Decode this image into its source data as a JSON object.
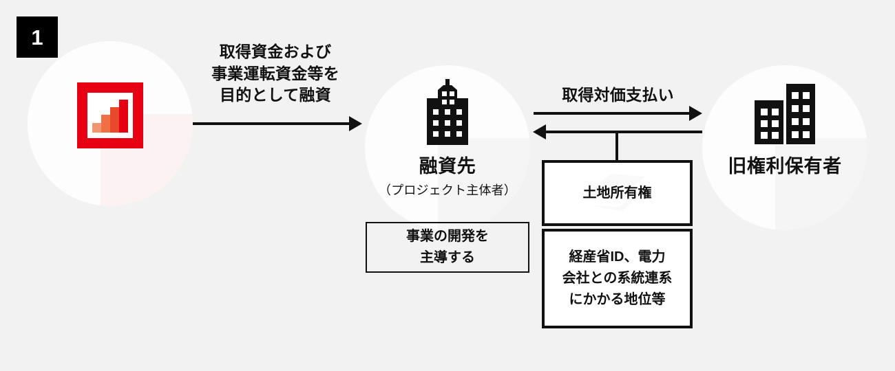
{
  "page": {
    "background_color": "#f2f2f2",
    "ink_color": "#111111",
    "accent_color": "#e60012"
  },
  "step": {
    "badge_number": "1"
  },
  "nodes": [
    {
      "id": "borrower-source",
      "icon": "bar-chart-icon",
      "caption": "",
      "subcaption": ""
    },
    {
      "id": "loan-recipient",
      "icon": "office-tower-icon",
      "caption": "融資先",
      "subcaption": "（プロジェクト主体者）"
    },
    {
      "id": "former-holder",
      "icon": "two-buildings-icon",
      "caption": "旧権利保有者",
      "subcaption": ""
    }
  ],
  "arrows": [
    {
      "id": "financing-arrow",
      "label": "取得資金および\n事業運転資金等を\n目的として融資",
      "label_lines": [
        "取得資金および",
        "事業運転資金等を",
        "目的として融資"
      ],
      "direction": "right"
    },
    {
      "id": "payment-arrow",
      "label": "取得対価支払い",
      "label_lines": [
        "取得対価支払い"
      ],
      "direction": "right"
    },
    {
      "id": "rights-transfer-arrow",
      "label": "",
      "label_lines": [],
      "direction": "left"
    }
  ],
  "boxes": [
    {
      "id": "lead-development",
      "lines": [
        "事業の開発を",
        "主導する"
      ],
      "style": "outline"
    },
    {
      "id": "land-ownership",
      "lines": [
        "土地所有権"
      ],
      "style": "filled"
    },
    {
      "id": "grid-status",
      "lines": [
        "経産省ID、電力",
        "会社との系統連系",
        "にかかる地位等"
      ],
      "style": "filled"
    }
  ],
  "chart_icon": {
    "bars": [
      {
        "height_pct": 30,
        "color": "#f29670"
      },
      {
        "height_pct": 55,
        "color": "#ef7045"
      },
      {
        "height_pct": 78,
        "color": "#e8492a"
      },
      {
        "height_pct": 100,
        "color": "#e60012"
      }
    ],
    "frame_color": "#e60012",
    "plate_color": "#ffffff"
  }
}
